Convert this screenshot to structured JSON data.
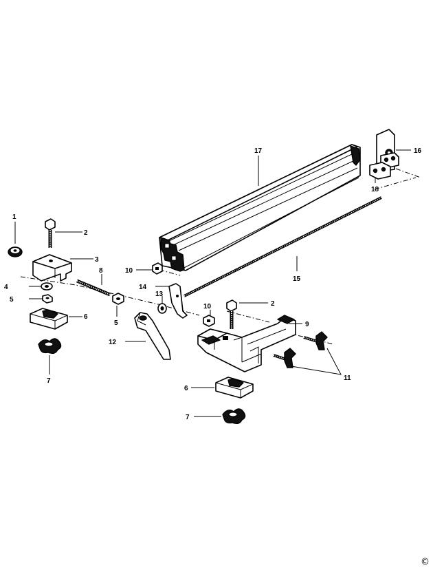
{
  "diagram": {
    "labels": {
      "l1": "1",
      "l2a": "2",
      "l2b": "2",
      "l3": "3",
      "l4": "4",
      "l5a": "5",
      "l5b": "5",
      "l6a": "6",
      "l6b": "6",
      "l7a": "7",
      "l7b": "7",
      "l8": "8",
      "l9": "9",
      "l10a": "10",
      "l10b": "10",
      "l11": "11",
      "l12": "12",
      "l13": "13",
      "l14": "14",
      "l15": "15",
      "l16": "16",
      "l17": "17",
      "l18": "18"
    },
    "copyright": "©"
  }
}
